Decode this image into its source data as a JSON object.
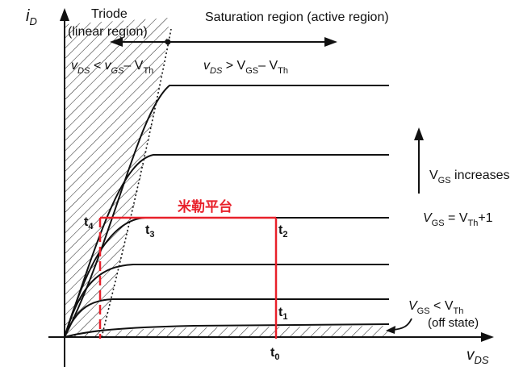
{
  "axes": {
    "y_symbol": "i",
    "y_sub": "D",
    "x_symbol": "v",
    "x_sub": "DS"
  },
  "regions": {
    "triode_line1": "Triode",
    "triode_line2": "(linear region)",
    "saturation": "Saturation region (active region)",
    "cond_left": {
      "a": "v",
      "a_sub": "DS",
      "mid": " < v",
      "mid_sub": "GS",
      "tail": "– V",
      "tail_sub": "Th"
    },
    "cond_right": {
      "a": "v",
      "a_sub": "DS",
      "mid": " > V",
      "mid_sub": "GS",
      "tail": "– V",
      "tail_sub": "Th"
    }
  },
  "annotations": {
    "vgs_increases": {
      "v": "V",
      "sub": "GS",
      "text": " increases"
    },
    "vgs_eq": {
      "v": "V",
      "sub": "GS",
      "eq": " = V",
      "sub2": "Th",
      "tail": "+1"
    },
    "vgs_off": {
      "v": "V",
      "sub": "GS",
      "lt": " < V",
      "sub2": "Th"
    },
    "off_state": "(off state)",
    "plateau": "米勒平台"
  },
  "points": {
    "t0": {
      "t": "t",
      "sub": "0"
    },
    "t1": {
      "t": "t",
      "sub": "1"
    },
    "t2": {
      "t": "t",
      "sub": "2"
    },
    "t3": {
      "t": "t",
      "sub": "3"
    },
    "t4": {
      "t": "t",
      "sub": "4"
    }
  },
  "colors": {
    "curve": "#111111",
    "highlight": "#e8202a",
    "axis": "#111111"
  }
}
